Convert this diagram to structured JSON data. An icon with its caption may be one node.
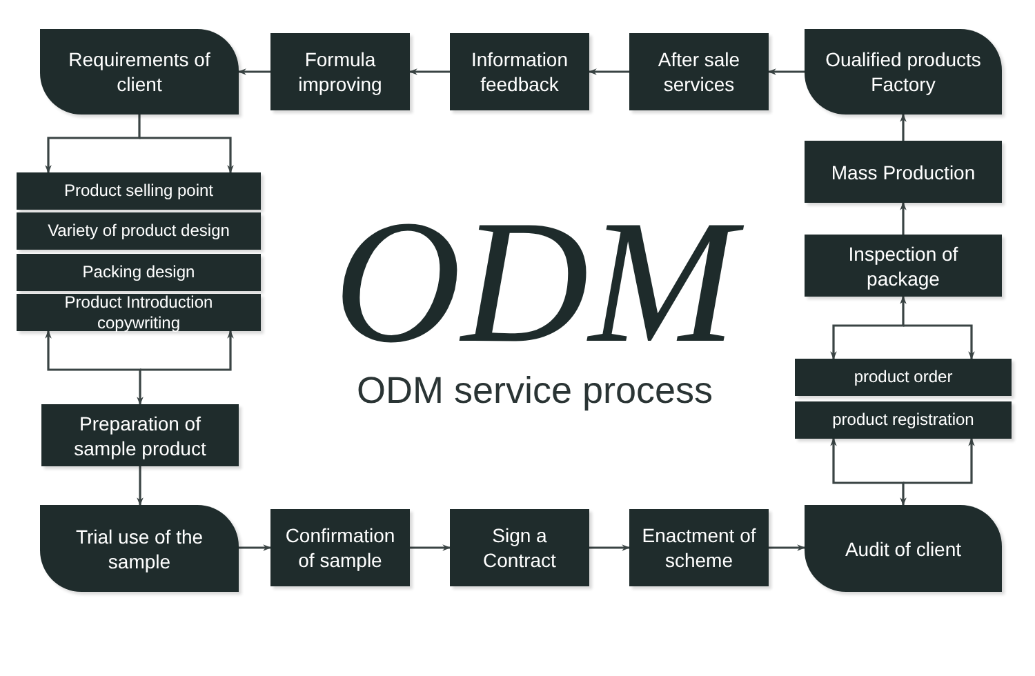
{
  "diagram": {
    "nodes": [
      {
        "text": [
          "Requirements of client"
        ]
      },
      {
        "text": [
          "Formula improving"
        ]
      },
      {
        "text": [
          "Information feedback"
        ]
      },
      {
        "text": [
          "After sale services"
        ]
      },
      {
        "text": [
          "Oualified products Factory"
        ]
      },
      {
        "text": [
          "Product selling point"
        ]
      },
      {
        "text": [
          "Variety of product design"
        ]
      },
      {
        "text": [
          "Packing design"
        ]
      },
      {
        "text": [
          "Product Introduction copywriting"
        ]
      },
      {
        "text": [
          "Preparation of sample product"
        ]
      },
      {
        "text": [
          "Trial use of the sample"
        ]
      },
      {
        "text": [
          "Confirmation of sample"
        ]
      },
      {
        "text": [
          "Sign a Contract"
        ]
      },
      {
        "text": [
          "Enactment of scheme"
        ]
      },
      {
        "text": [
          "Audit of client"
        ]
      },
      {
        "text": [
          "product order"
        ]
      },
      {
        "text": [
          "product registration"
        ]
      },
      {
        "text": [
          "Inspection of package"
        ]
      },
      {
        "text": [
          "Mass Production"
        ]
      }
    ],
    "edges": [
      {
        "from": 1,
        "to": 0,
        "arrow": "to"
      },
      {
        "from": 2,
        "to": 1,
        "arrow": "to"
      },
      {
        "from": 3,
        "to": 2,
        "arrow": "to"
      },
      {
        "from": 4,
        "to": 3,
        "arrow": "to"
      },
      {
        "from": 0,
        "to": 5,
        "arrow": "to"
      },
      {
        "from": 8,
        "to": 9,
        "arrow": "both"
      },
      {
        "from": 9,
        "to": 10,
        "arrow": "to"
      },
      {
        "from": 10,
        "to": 11,
        "arrow": "to"
      },
      {
        "from": 11,
        "to": 12,
        "arrow": "to"
      },
      {
        "from": 12,
        "to": 13,
        "arrow": "to"
      },
      {
        "from": 13,
        "to": 14,
        "arrow": "to"
      },
      {
        "from": 14,
        "to": 16,
        "arrow": "both"
      },
      {
        "from": 17,
        "to": 15,
        "arrow": "both"
      },
      {
        "from": 17,
        "to": 18,
        "arrow": "to"
      },
      {
        "from": 18,
        "to": 4,
        "arrow": "to"
      }
    ],
    "labels": [
      "ODM",
      "ODM service process"
    ]
  }
}
